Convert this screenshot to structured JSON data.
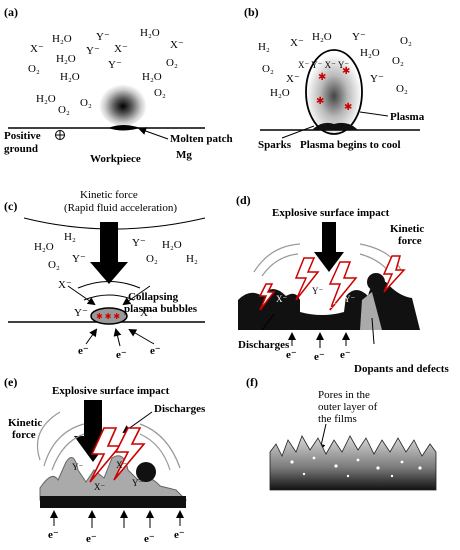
{
  "panels": {
    "a": {
      "label": "(a)",
      "positive_ground": "Positive",
      "ground": "ground",
      "molten_patch": "Molten patch",
      "workpiece": "Workpiece",
      "mg": "Mg",
      "species": [
        "X⁻",
        "H₂O",
        "Y⁻",
        "H₂O",
        "X⁻",
        "O₂",
        "H₂O",
        "Y⁻",
        "X⁻",
        "O₂",
        "H₂O",
        "Y⁻",
        "H₂O",
        "O₂",
        "O₂",
        "H₂O",
        "O₂"
      ]
    },
    "b": {
      "label": "(b)",
      "sparks": "Sparks",
      "plasma_cool": "Plasma begins to cool",
      "plasma": "Plasma",
      "species": [
        "H₂",
        "X⁻",
        "H₂O",
        "Y⁻",
        "O₂",
        "H₂O",
        "O₂",
        "O₂",
        "H₂O",
        "O₂",
        "X⁻",
        "Y⁻"
      ]
    },
    "c": {
      "label": "(c)",
      "kinetic_force": "Kinetic force",
      "rapid_fluid": "(Rapid fluid acceleration)",
      "collapsing": "Collapsing",
      "plasma_bubbles": "plasma bubbles",
      "electron": "e⁻",
      "species": [
        "H₂O",
        "H₂",
        "O₂",
        "Y⁻",
        "Y⁻",
        "O₂",
        "H₂O",
        "H₂",
        "X⁻",
        "Y⁻",
        "X⁻"
      ]
    },
    "d": {
      "label": "(d)",
      "explosive": "Explosive surface impact",
      "kinetic": "Kinetic",
      "force": "force",
      "discharges": "Discharges",
      "dopants": "Dopants and defects",
      "electron": "e⁻"
    },
    "e": {
      "label": "(e)",
      "explosive": "Explosive surface impact",
      "discharges": "Discharges",
      "kinetic": "Kinetic",
      "force": "force",
      "electron": "e⁻"
    },
    "f": {
      "label": "(f)",
      "pores_line1": "Pores in the",
      "pores_line2": "outer layer of",
      "pores_line3": "the films"
    }
  },
  "colors": {
    "spark": "#cc0000",
    "dark": "#111111",
    "grey": "#888888"
  }
}
